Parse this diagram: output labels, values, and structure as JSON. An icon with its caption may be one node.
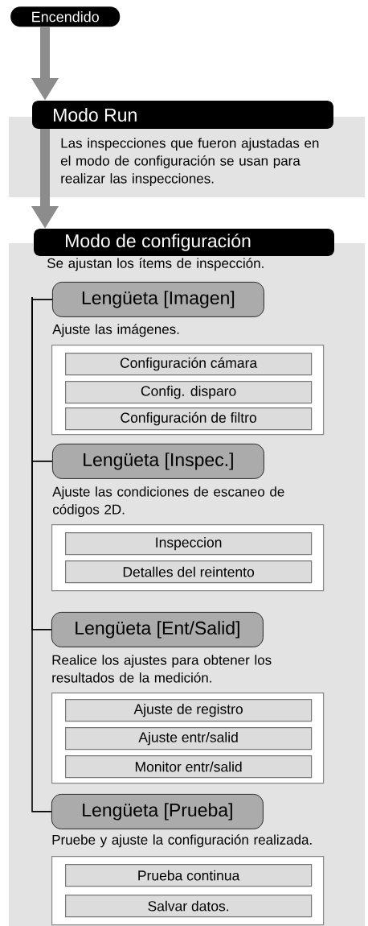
{
  "diagram": {
    "nodes": [
      {
        "text": [
          "Encendido"
        ]
      },
      {
        "text": [
          "Modo Run",
          "Las inspecciones que fueron ajustadas en el modo de configuración se usan para realizar las inspecciones."
        ]
      },
      {
        "text": [
          "Modo de configuración",
          "Se ajustan los ítems de inspección."
        ]
      },
      {
        "text": [
          "Lengüeta [Imagen]"
        ],
        "in": 2,
        "beside": [
          "Ajuste las imágenes."
        ]
      },
      {
        "text": [],
        "shape": "box",
        "in": 2
      },
      {
        "text": [
          "Configuración cámara"
        ],
        "in": 4
      },
      {
        "text": [
          "Config. disparo"
        ],
        "in": 4
      },
      {
        "text": [
          "Configuración de filtro"
        ],
        "in": 4
      },
      {
        "text": [
          "Lengüeta [Inspec.]"
        ],
        "in": 2,
        "beside": [
          "Ajuste las condiciones de escaneo de códigos 2D."
        ]
      },
      {
        "text": [],
        "shape": "box",
        "in": 2
      },
      {
        "text": [
          "Inspeccion"
        ],
        "in": 9
      },
      {
        "text": [
          "Detalles del reintento"
        ],
        "in": 9
      },
      {
        "text": [
          "Lengüeta [Ent/Salid]"
        ],
        "in": 2,
        "beside": [
          "Realice los ajustes para obtener los resultados de la medición."
        ]
      },
      {
        "text": [],
        "shape": "box",
        "in": 2
      },
      {
        "text": [
          "Ajuste de registro"
        ],
        "in": 13
      },
      {
        "text": [
          "Ajuste entr/salid"
        ],
        "in": 13
      },
      {
        "text": [
          "Monitor entr/salid"
        ],
        "in": 13
      },
      {
        "text": [
          "Lengüeta [Prueba]"
        ],
        "in": 2,
        "beside": [
          "Pruebe y ajuste la configuración realizada."
        ]
      },
      {
        "text": [],
        "shape": "box",
        "in": 2
      },
      {
        "text": [
          "Prueba continua"
        ],
        "in": 18
      },
      {
        "text": [
          "Salvar datos."
        ],
        "in": 18
      }
    ],
    "edges": [
      {
        "from": 0,
        "to": 1,
        "arrow": "to",
        "style": "thick",
        "color": "#8c8c8c"
      },
      {
        "from": 1,
        "to": 2,
        "arrow": "to",
        "style": "thick",
        "color": "#8c8c8c"
      },
      {
        "from": null,
        "to": 3,
        "arrow": "none"
      },
      {
        "from": null,
        "to": 8,
        "arrow": "none"
      },
      {
        "from": null,
        "to": 12,
        "arrow": "none"
      },
      {
        "from": null,
        "to": 17,
        "arrow": "none"
      }
    ]
  }
}
